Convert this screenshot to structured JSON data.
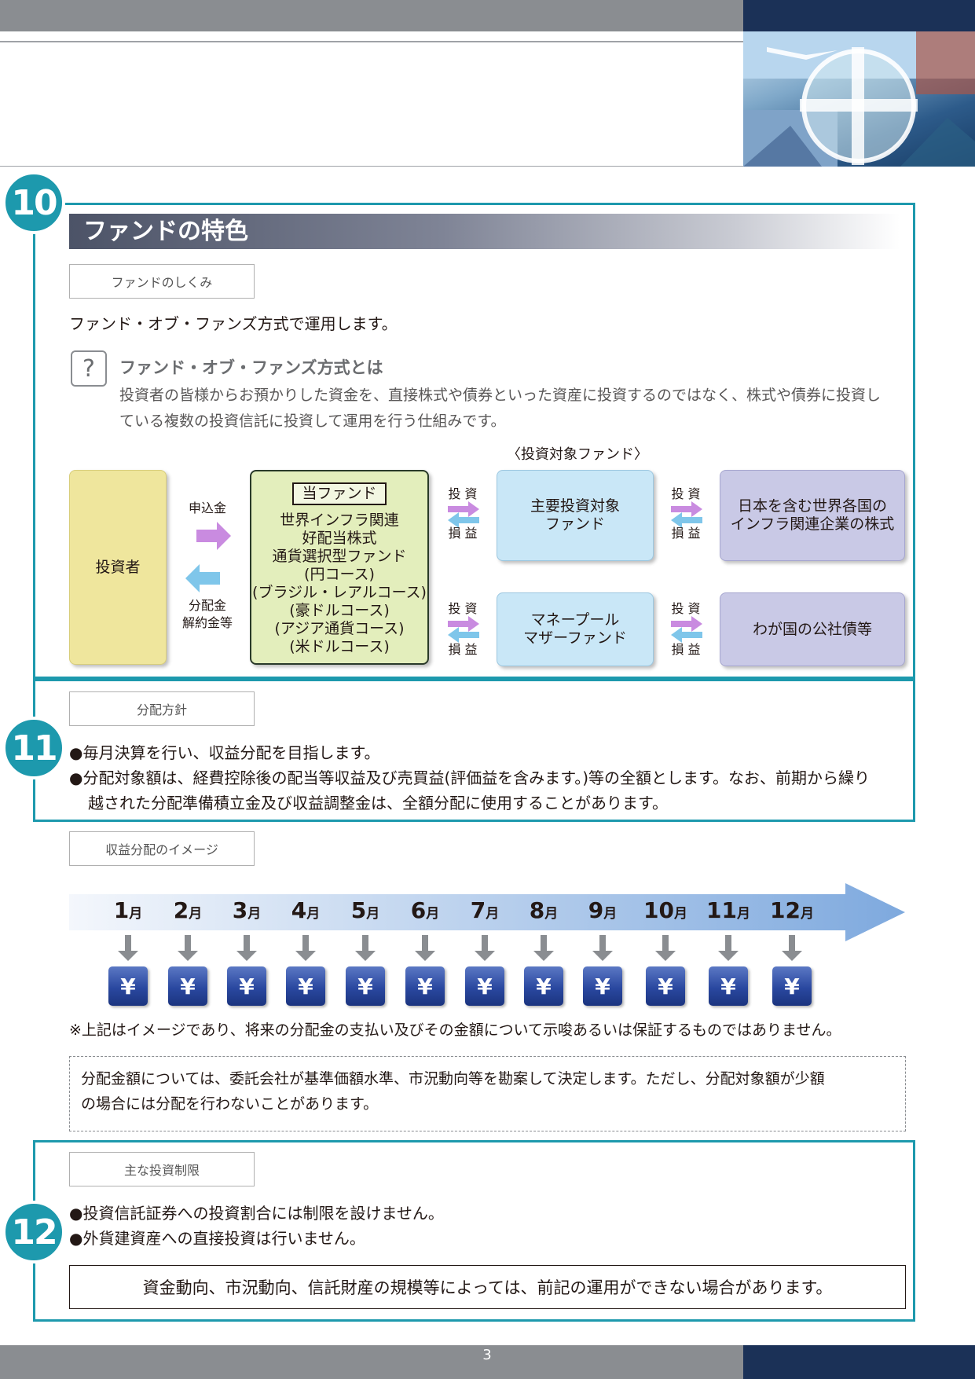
{
  "header": {
    "image_alt": "airplane-globe-infrastructure-photo"
  },
  "section10": {
    "number": "10",
    "title": "ファンドの特色",
    "tag": "ファンドのしくみ",
    "lead": "ファンド・オブ・ファンズ方式で運用します。",
    "qa_icon": "?",
    "qa_title": "ファンド・オブ・ファンズ方式とは",
    "qa_lines": [
      "投資者の皆様からお預かりした資金を、直接株式や債券といった資産に投資するのではなく、株式や債券に投資し",
      "ている複数の投資信託に投資して運用を行う仕組みです。"
    ],
    "diagram": {
      "target_header": "〈投資対象ファンド〉",
      "investor": "投資者",
      "subscription": "申込金",
      "distribution_lines": [
        "分配金",
        "解約金等"
      ],
      "fund_tag": "当ファンド",
      "fund_lines": [
        "世界インフラ関連",
        "好配当株式",
        "通貨選択型ファンド",
        "(円コース)",
        "(ブラジル・レアルコース)",
        "(豪ドルコース)",
        "(アジア通貨コース)",
        "(米ドルコース)"
      ],
      "invest": "投 資",
      "profit": "損 益",
      "target_main_lines": [
        "主要投資対象",
        "ファンド"
      ],
      "target_money_lines": [
        "マネープール",
        "マザーファンド"
      ],
      "stock_main_lines": [
        "日本を含む世界各国の",
        "インフラ関連企業の株式"
      ],
      "stock_money": "わが国の公社債等"
    }
  },
  "section11": {
    "number": "11",
    "tag": "分配方針",
    "bullets": [
      "●毎月決算を行い、収益分配を目指します。",
      "●分配対象額は、経費控除後の配当等収益及び売買益(評価益を含みます。)等の全額とします。なお、前期から繰り"
    ],
    "bullet2_cont": "越された分配準備積立金及び収益調整金は、全額分配に使用することがあります。"
  },
  "distribution_image": {
    "tag": "収益分配のイメージ",
    "months": [
      {
        "n": "1",
        "u": "月"
      },
      {
        "n": "2",
        "u": "月"
      },
      {
        "n": "3",
        "u": "月"
      },
      {
        "n": "4",
        "u": "月"
      },
      {
        "n": "5",
        "u": "月"
      },
      {
        "n": "6",
        "u": "月"
      },
      {
        "n": "7",
        "u": "月"
      },
      {
        "n": "8",
        "u": "月"
      },
      {
        "n": "9",
        "u": "月"
      },
      {
        "n": "10",
        "u": "月"
      },
      {
        "n": "11",
        "u": "月"
      },
      {
        "n": "12",
        "u": "月"
      }
    ],
    "yen_symbol": "¥",
    "note": "※上記はイメージであり、将来の分配金の支払い及びその金額について示唆あるいは保証するものではありません。",
    "box_lines": [
      "分配金額については、委託会社が基準価額水準、市況動向等を勘案して決定します。ただし、分配対象額が少額",
      "の場合には分配を行わないことがあります。"
    ]
  },
  "section12": {
    "number": "12",
    "tag": "主な投資制限",
    "bullets": [
      "●投資信託証券への投資割合には制限を設けません。",
      "●外貨建資産への直接投資は行いません。"
    ],
    "notice": "資金動向、市況動向、信託財産の規模等によっては、前記の運用ができない場合があります。"
  },
  "footer": {
    "page": "3"
  }
}
